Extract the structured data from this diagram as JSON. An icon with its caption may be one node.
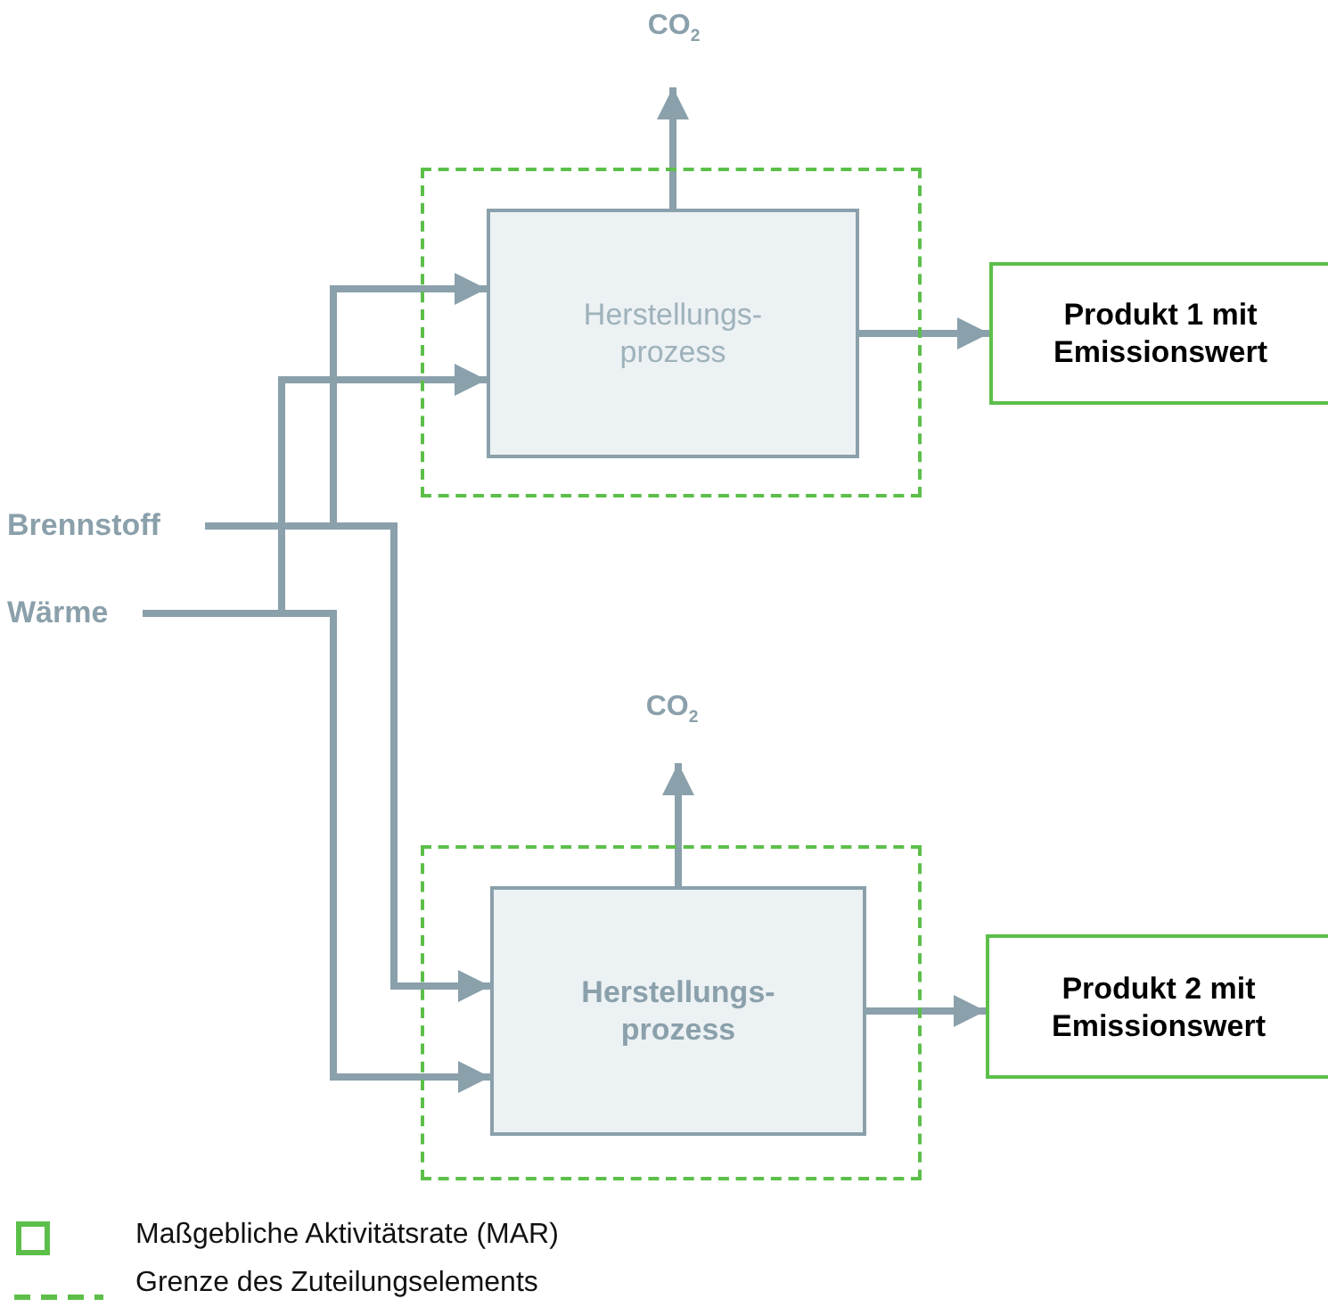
{
  "diagram": {
    "nodes": [
      {
        "text": [
          "CO$_{2}$"
        ]
      },
      {
        "text": [],
        "shape": "box"
      },
      {
        "text": [
          "Herstellungs- prozess"
        ],
        "in": 1
      },
      {
        "text": [
          "Produkt 1 mit Emissionswert"
        ]
      },
      {
        "text": [
          "Brennstoff"
        ]
      },
      {
        "text": [
          "Wärme"
        ]
      },
      {
        "text": [
          "CO$_{2}$"
        ]
      },
      {
        "text": [],
        "shape": "box"
      },
      {
        "text": [
          "Herstellungs- prozess"
        ],
        "in": 7
      },
      {
        "text": [
          "Produkt 2 mit Emissionswert"
        ]
      }
    ],
    "edges": [
      {
        "from": 2,
        "to": 0,
        "arrow": "to"
      },
      {
        "from": 2,
        "to": 3,
        "arrow": "to"
      },
      {
        "from": 4,
        "to": 2,
        "arrow": "to"
      },
      {
        "from": 5,
        "to": 2,
        "arrow": "to"
      },
      {
        "from": 4,
        "to": 8,
        "arrow": "to"
      },
      {
        "from": 5,
        "to": 8,
        "arrow": "to"
      },
      {
        "from": 8,
        "to": 6,
        "arrow": "to"
      },
      {
        "from": 8,
        "to": 9,
        "arrow": "to"
      }
    ],
    "legend": [
      {
        "text": "Maßgebliche Aktivitätsrate (MAR)"
      },
      {
        "text": "Grenze des Zuteilungselements"
      }
    ]
  }
}
